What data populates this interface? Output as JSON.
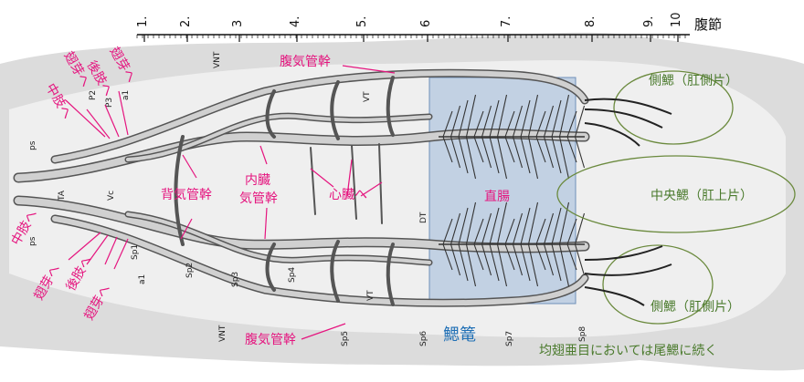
{
  "scale": {
    "unit_label": "腹節",
    "ticks": [
      "1.",
      "2.",
      "3",
      "4.",
      "5.",
      "6",
      "7.",
      "8.",
      "9.",
      "10"
    ]
  },
  "labels_pink": {
    "ventral_top": "腹気管幹",
    "ventral_bottom": "腹気管幹",
    "dorsal": "背気管幹",
    "visceral_1": "内臓",
    "visceral_2": "気管幹",
    "to_heart": "心臓へ",
    "rectum": "直腸",
    "to_midleg_top": "中肢へ",
    "to_wingbud_top_a": "翅芽へ",
    "to_hindleg_top": "後肢へ",
    "to_wingbud_top_b": "翅芽へ",
    "to_midleg_bottom": "中肢へ",
    "to_wingbud_bottom_a": "翅芽へ",
    "to_hindleg_bottom": "後肢へ",
    "to_wingbud_bottom_b": "翅芽へ"
  },
  "labels_green": {
    "lateral_top": "側鰓（肛側片）",
    "central": "中央鰓（肛上片）",
    "lateral_bottom": "側鰓（肛側片）",
    "note": "均翅亜目においては尾鰓に続く"
  },
  "labels_blue": {
    "gill_chamber": "鰓篭"
  },
  "figure_marks": {
    "vnt_top": "VNT",
    "vnt_bottom": "VNT",
    "vt_top": "VT",
    "vt_bottom": "VT",
    "dt": "DT",
    "ta": "TA",
    "vc": "Vc",
    "ps_top": "ps",
    "ps_bottom": "ps",
    "p2": "P2",
    "p3": "P3",
    "a1_top": "a1",
    "a1_bottom": "a1",
    "sp1": "Sp1",
    "sp2": "Sp2",
    "sp3": "Sp3",
    "sp4": "Sp4",
    "sp5": "Sp5",
    "sp6": "Sp6",
    "sp7": "Sp7",
    "sp8": "Sp8"
  },
  "colors": {
    "background": "#ffffff",
    "body_shadow": "#3a3a3a",
    "trunk": "#c8c8c8",
    "trunk_edge": "#555555",
    "rectum_box": "#9db8d9",
    "pink": "#e5157f",
    "green": "#4a7a2c",
    "blue": "#1f6fb5",
    "gill_outline": "#6b8a3e"
  }
}
